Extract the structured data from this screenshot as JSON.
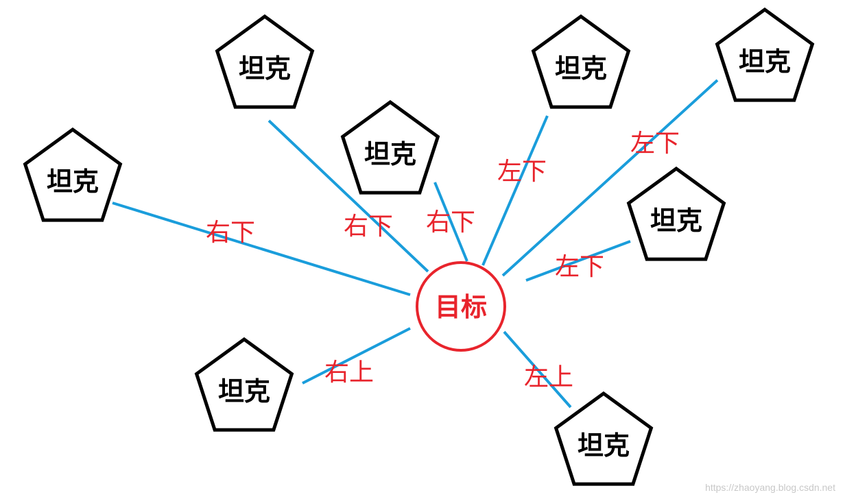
{
  "colors": {
    "tank_stroke": "#000000",
    "line": "#1a9ddb",
    "label": "#e8242c",
    "target": "#e8242c"
  },
  "target": {
    "label": "目标"
  },
  "tanks": [
    {
      "id": "left",
      "label": "坦克"
    },
    {
      "id": "top-left",
      "label": "坦克"
    },
    {
      "id": "center-upper",
      "label": "坦克"
    },
    {
      "id": "top-center-right",
      "label": "坦克"
    },
    {
      "id": "top-right",
      "label": "坦克"
    },
    {
      "id": "right",
      "label": "坦克"
    },
    {
      "id": "bottom-left",
      "label": "坦克"
    },
    {
      "id": "bottom-right",
      "label": "坦克"
    }
  ],
  "direction_labels": [
    {
      "id": "left",
      "text": "右下"
    },
    {
      "id": "top-left",
      "text": "右下"
    },
    {
      "id": "center-upper",
      "text": "右下"
    },
    {
      "id": "top-center-right",
      "text": "左下"
    },
    {
      "id": "top-right",
      "text": "左下"
    },
    {
      "id": "right",
      "text": "左下"
    },
    {
      "id": "bottom-left",
      "text": "右上"
    },
    {
      "id": "bottom-right",
      "text": "左上"
    }
  ],
  "watermark": "https://zhaoyang.blog.csdn.net"
}
